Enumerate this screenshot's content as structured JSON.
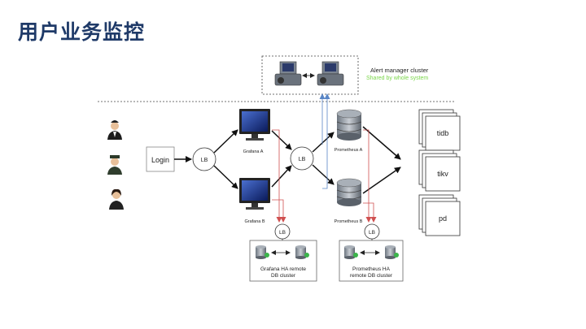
{
  "page": {
    "title": "用户业务监控"
  },
  "alert_cluster": {
    "title": "Alert manager cluster",
    "subtitle": "Shared by whole system",
    "subtitle_color": "#7ad64a"
  },
  "login": {
    "label": "Login"
  },
  "load_balancers": [
    "LB",
    "LB",
    "LB",
    "LB"
  ],
  "grafana": {
    "a_label": "Grafana A",
    "b_label": "Grafana B"
  },
  "prometheus": {
    "a_label": "Prometheus A",
    "b_label": "Prometheus B"
  },
  "grafana_db": {
    "line1": "Grafana HA remote",
    "line2": "DB cluster"
  },
  "prometheus_db": {
    "line1": "Prometheus HA",
    "line2": "remote DB cluster"
  },
  "targets": [
    "tidb",
    "tikv",
    "pd"
  ],
  "colors": {
    "title": "#1f3a68",
    "red_arrow": "#e08080",
    "blue_arrow": "#7ea6d6"
  },
  "icons": [
    "user-icon",
    "officer-icon",
    "woman-icon",
    "monitor-icon",
    "database-icon",
    "workstation-icon"
  ]
}
